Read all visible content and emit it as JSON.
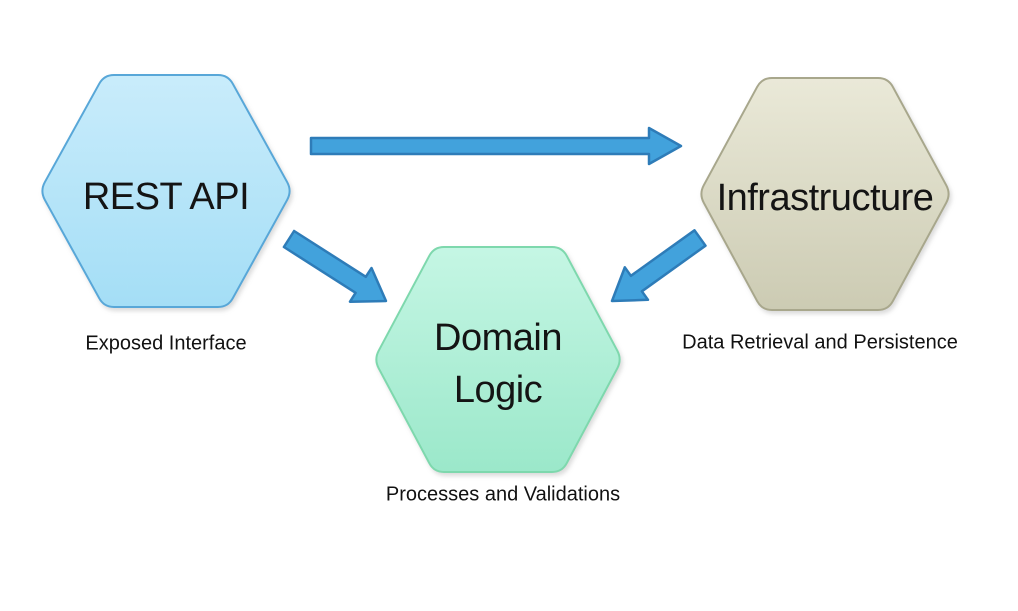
{
  "diagram": {
    "background": "#ffffff",
    "text_color": "#141414",
    "nodes": [
      {
        "id": "rest-api",
        "label": "REST API",
        "caption": "Exposed Interface",
        "fill_top": "#c9ecfb",
        "fill_bottom": "#a4def6",
        "border": "#58a7d8"
      },
      {
        "id": "infrastructure",
        "label": "Infrastructure",
        "caption": "Data Retrieval and Persistence",
        "fill_top": "#eae9d8",
        "fill_bottom": "#cccbb3",
        "border": "#a8a78c"
      },
      {
        "id": "domain-logic",
        "label": "Domain Logic",
        "label_lines": [
          "Domain",
          "Logic"
        ],
        "caption": "Processes and Validations",
        "fill_top": "#c5f6e4",
        "fill_bottom": "#9be8ca",
        "border": "#7ed8ad"
      }
    ],
    "arrows": [
      {
        "name": "rest-api-to-infrastructure",
        "fill": "#42a2dc",
        "border": "#2e7cb8"
      },
      {
        "name": "rest-api-to-domain-logic",
        "fill": "#42a2dc",
        "border": "#2e7cb8"
      },
      {
        "name": "infrastructure-to-domain-logic",
        "fill": "#42a2dc",
        "border": "#2e7cb8"
      }
    ]
  }
}
